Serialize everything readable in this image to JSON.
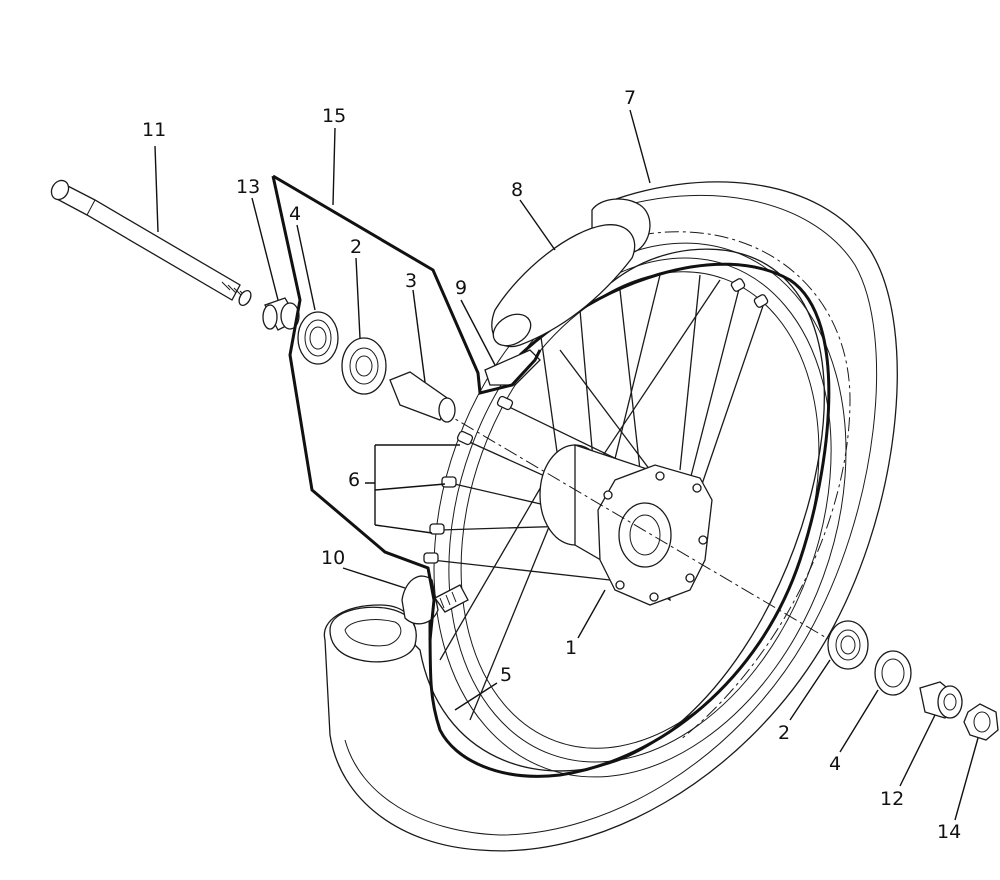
{
  "callouts": {
    "c1": "1",
    "c2a": "2",
    "c2b": "2",
    "c3": "3",
    "c4a": "4",
    "c4b": "4",
    "c5": "5",
    "c6": "6",
    "c7": "7",
    "c8": "8",
    "c9": "9",
    "c10": "10",
    "c11": "11",
    "c12": "12",
    "c13": "13",
    "c14": "14",
    "c15": "15"
  },
  "colors": {
    "line": "#1a1a1a",
    "background": "#ffffff"
  }
}
